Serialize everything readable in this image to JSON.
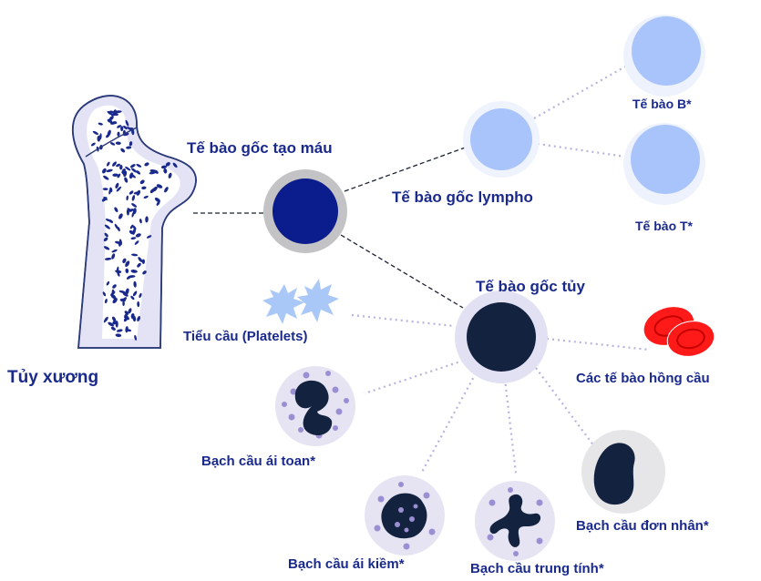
{
  "colors": {
    "label": "#1a2a8c",
    "navy": "#0b1d8c",
    "dark_cell": "#13223f",
    "lymph_blue": "#a8c4fb",
    "granulocyte_bg": "#e6e4f2",
    "granule": "#9b8fd4",
    "bone_fill": "#e4e3f5",
    "bone_outline": "#2b3a7a",
    "red_cell": "#ff1a1a",
    "platelet": "#a9c8f7",
    "connector": "#b7b3dc"
  },
  "labels": {
    "bone_marrow": "Tủy xương",
    "hsc": "Tế bào gốc tạo máu",
    "lymphoid": "Tế bào gốc lympho",
    "myeloid": "Tế bào gốc tủy",
    "b_cell": "Tế bào B*",
    "t_cell": "Tế bào T*",
    "platelets": "Tiểu cầu (Platelets)",
    "rbc": "Các tế bào hồng cầu",
    "eosinophil": "Bạch cầu ái toan*",
    "basophil": "Bạch cầu ái kiềm*",
    "neutrophil": "Bạch cầu trung tính*",
    "monocyte": "Bạch cầu đơn nhân*"
  }
}
